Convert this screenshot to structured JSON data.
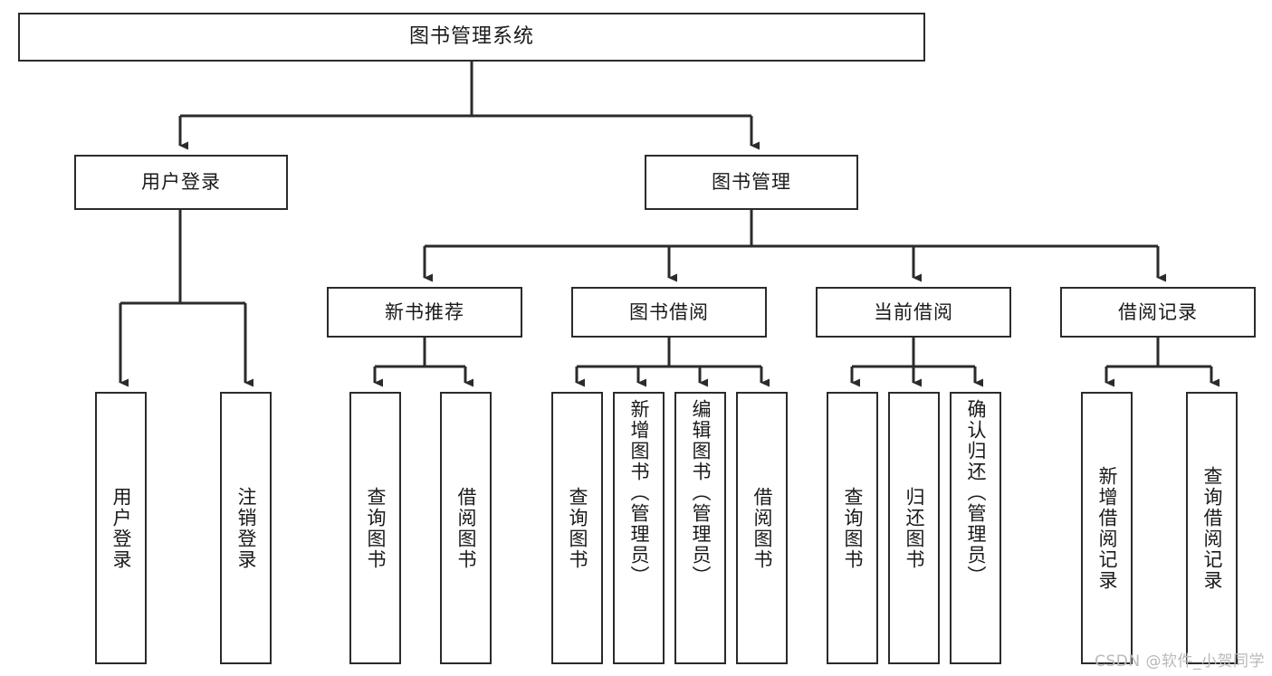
{
  "diagram": {
    "type": "tree",
    "title": "图书管理系统",
    "orientation": "top-down",
    "background_color": "#ffffff",
    "node_border_color": "#2b2b2b",
    "edge_color": "#2b2b2b",
    "text_color": "#1a1a1a"
  },
  "nodes": {
    "root": {
      "label": "图书管理系统",
      "level": 1
    },
    "user_login": {
      "label": "用户登录",
      "level": 2
    },
    "book_manage": {
      "label": "图书管理",
      "level": 2
    },
    "new_book_rec": {
      "label": "新书推荐",
      "level": 3
    },
    "book_borrow": {
      "label": "图书借阅",
      "level": 3
    },
    "current_borrow": {
      "label": "当前借阅",
      "level": 3
    },
    "borrow_record": {
      "label": "借阅记录",
      "level": 3
    },
    "leaf_user_login": {
      "label": "用户登录",
      "level": 3
    },
    "leaf_logout": {
      "label": "注销登录",
      "level": 3
    },
    "leaf_query_book_1": {
      "label": "查询图书",
      "level": 4
    },
    "leaf_borrow_book_1": {
      "label": "借阅图书",
      "level": 4
    },
    "leaf_query_book_2": {
      "label": "查询图书",
      "level": 4
    },
    "leaf_add_book": {
      "label": "新增图书（管理员）",
      "level": 4
    },
    "leaf_edit_book": {
      "label": "编辑图书（管理员）",
      "level": 4
    },
    "leaf_borrow_book_2": {
      "label": "借阅图书",
      "level": 4
    },
    "leaf_query_book_3": {
      "label": "查询图书",
      "level": 4
    },
    "leaf_return_book": {
      "label": "归还图书",
      "level": 4
    },
    "leaf_confirm_return": {
      "label": "确认归还（管理员）",
      "level": 4
    },
    "leaf_add_record": {
      "label": "新增借阅记录",
      "level": 4
    },
    "leaf_query_record": {
      "label": "查询借阅记录",
      "level": 4
    }
  },
  "edges": [
    {
      "from": "root",
      "to": "user_login"
    },
    {
      "from": "root",
      "to": "book_manage"
    },
    {
      "from": "user_login",
      "to": "leaf_user_login"
    },
    {
      "from": "user_login",
      "to": "leaf_logout"
    },
    {
      "from": "book_manage",
      "to": "new_book_rec"
    },
    {
      "from": "book_manage",
      "to": "book_borrow"
    },
    {
      "from": "book_manage",
      "to": "current_borrow"
    },
    {
      "from": "book_manage",
      "to": "borrow_record"
    },
    {
      "from": "new_book_rec",
      "to": "leaf_query_book_1"
    },
    {
      "from": "new_book_rec",
      "to": "leaf_borrow_book_1"
    },
    {
      "from": "book_borrow",
      "to": "leaf_query_book_2"
    },
    {
      "from": "book_borrow",
      "to": "leaf_add_book"
    },
    {
      "from": "book_borrow",
      "to": "leaf_edit_book"
    },
    {
      "from": "book_borrow",
      "to": "leaf_borrow_book_2"
    },
    {
      "from": "current_borrow",
      "to": "leaf_query_book_3"
    },
    {
      "from": "current_borrow",
      "to": "leaf_return_book"
    },
    {
      "from": "current_borrow",
      "to": "leaf_confirm_return"
    },
    {
      "from": "borrow_record",
      "to": "leaf_add_record"
    },
    {
      "from": "borrow_record",
      "to": "leaf_query_record"
    }
  ],
  "watermark": {
    "text": "CSDN @软件_小贺同学"
  }
}
